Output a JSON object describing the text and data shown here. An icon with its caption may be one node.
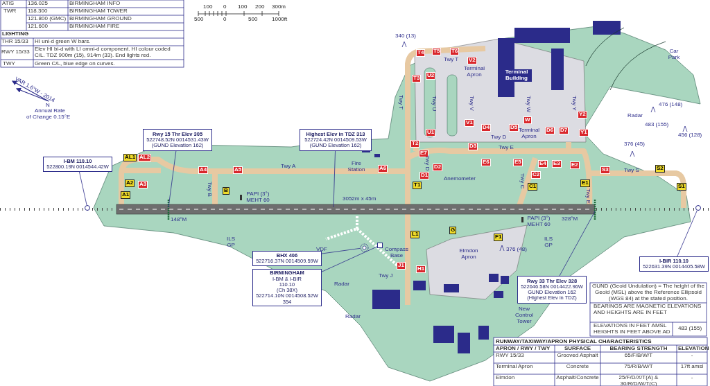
{
  "diagram": {
    "nodes": [
      {
        "text": [
          "I-BM 110.10",
          "522800.19N 0014544.42W"
        ]
      },
      {
        "text": [],
        "shape": "circle"
      },
      {
        "text": [
          "Rwy 15 Thr Elev 305",
          "522748.52N 0014531.43W",
          "(GUND Elevation 162)"
        ]
      },
      {
        "text": [
          "Highest Elev in TDZ 313",
          "522724.42N 0014509.53W",
          "(GUND Elevation 162)"
        ]
      },
      {
        "text": [
          "BHX 406",
          "522716.37N 0014509.59W"
        ]
      },
      {
        "text": [],
        "shape": "picture"
      },
      {
        "text": [
          "BIRMINGHAM",
          "I-BM & I-BIR",
          "110.10",
          "(Ch 38X)",
          "522714.10N 0014508.52W",
          "354"
        ]
      },
      {
        "text": [],
        "shape": "box"
      },
      {
        "text": [
          "Rwy 33 Thr Elev 328",
          "522646.58N 0014422.96W",
          "GUND Elevation 162",
          "(Highest Elev in TDZ)"
        ]
      },
      {
        "text": [
          "I-BIR 110.10",
          "522631.39N 0014405.58W"
        ]
      },
      {
        "text": [],
        "shape": "circle"
      }
    ],
    "edges": [
      {
        "from": 0,
        "to": 1,
        "arrow": "none"
      },
      {
        "from": 2,
        "to": null,
        "arrow": "none"
      },
      {
        "from": 3,
        "to": null,
        "arrow": "none"
      },
      {
        "from": 4,
        "to": 5,
        "arrow": "none"
      },
      {
        "from": 6,
        "to": 7,
        "arrow": "none"
      },
      {
        "from": 8,
        "to": null,
        "arrow": "none"
      },
      {
        "from": 9,
        "to": 10,
        "arrow": "none"
      }
    ],
    "labels": [
      "ATIS",
      "136.025",
      "BIRMINGHAM INFO",
      "TWR",
      "118.300",
      "BIRMINGHAM TOWER",
      "121.800 (GMC)",
      "BIRMINGHAM GROUND",
      "121.600",
      "BIRMINGHAM FIRE",
      "LIGHTING",
      "THR 15/33",
      "HI uni-d green W bars.",
      "RWY 15/33",
      "Elev HI bi-d with LI omni-d component. HI colour coded C/L. TDZ 900m (15), 914m (33). End lights red.",
      "TWY",
      "Green C/L, blue edge on curves.",
      "100",
      "0",
      "100",
      "200",
      "300m",
      "500",
      "0",
      "500",
      "1000ft",
      "VAR 1.6°W - 2014",
      "N",
      "Annual Rate",
      "of Change 0.15°E",
      "AL1",
      "AL2",
      "A2",
      "A3",
      "A1",
      "A4",
      "A5",
      "Twy A",
      "Twy B",
      "B",
      "PAPI (3°) MEHT 60",
      "148°M",
      "3052m x 45m",
      "Fire Station",
      "A6",
      "T1",
      "Anemometer",
      "340 (13)",
      "T4",
      "T5",
      "T6",
      "Twy T",
      "Twy T",
      "T3",
      "U2",
      "V2",
      "Terminal Apron",
      "Terminal Building",
      "Twy U",
      "Twy V",
      "Twy W",
      "Twy Y",
      "Y2",
      "V1",
      "W",
      "U1",
      "D4",
      "D5",
      "Twy D",
      "Terminal Apron",
      "D6",
      "D7",
      "Y1",
      "T2",
      "D3",
      "Twy E",
      "E7",
      "Twy D",
      "D2",
      "D1",
      "E6",
      "E5",
      "E4",
      "E3",
      "E2",
      "C2",
      "C1",
      "Twy C",
      "E1",
      "Twy E",
      "Radar",
      "476 (148)",
      "483 (155)",
      "Car Park",
      "456 (128)",
      "376 (45)",
      "S3",
      "Twy S",
      "S2",
      "S1",
      "PAPI (3°) MEHT 60",
      "328°M",
      "ILS GP",
      "ILS GP",
      "VDF",
      "Radar",
      "Radar",
      "Compass Base",
      "L1",
      "G",
      "F1",
      "Elmdon Apron",
      "376 (48)",
      "J1",
      "Twy J",
      "H1",
      "New Control Tower",
      "GUND (Geoid Undulation) = The height of the Geoid (MSL) above the Reference Ellipsoid (WGS 84) at the stated position.",
      "BEARINGS ARE MAGNETIC ELEVATIONS AND HEIGHTS ARE IN FEET",
      "ELEVATIONS IN FEET AMSL HEIGHTS IN FEET ABOVE AD",
      "483 (155)",
      "RUNWAY/TAXIWAY/APRON PHYSICAL CHARACTERISTICS",
      "APRON / RWY / TWY",
      "SURFACE",
      "BEARING STRENGTH",
      "ELEVATION",
      "RWY 15/33",
      "Grooved Asphalt",
      "65/F/B/W/T",
      "-",
      "Terminal Apron",
      "Concrete",
      "75/R/B/W/T",
      "17ft amsl",
      "Elmdon",
      "Asphalt/Concrete",
      "25/F/D/X/T(A) & 30/R/D/W/T(C)",
      "-"
    ]
  }
}
